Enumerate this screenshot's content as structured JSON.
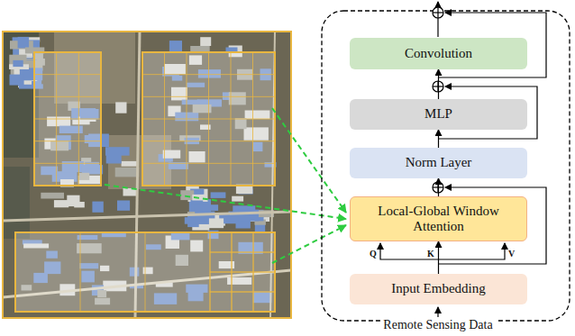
{
  "diagram": {
    "nodes": [
      {
        "text": [
          "Convolution"
        ]
      },
      {
        "text": [
          "MLP"
        ]
      },
      {
        "text": [
          "Norm Layer"
        ]
      },
      {
        "text": [
          "Local-Global Window Attention"
        ]
      },
      {
        "text": [
          "Input Embedding"
        ]
      }
    ],
    "edges": [
      {
        "from": 4,
        "to": 3,
        "arrow": "to"
      },
      {
        "from": 3,
        "to": 2,
        "arrow": "to"
      },
      {
        "from": 2,
        "to": 1,
        "arrow": "to"
      },
      {
        "from": 1,
        "to": 0,
        "arrow": "to"
      }
    ],
    "labels": [
      "Q",
      "K",
      "V",
      "Remote Sensing Data"
    ]
  }
}
